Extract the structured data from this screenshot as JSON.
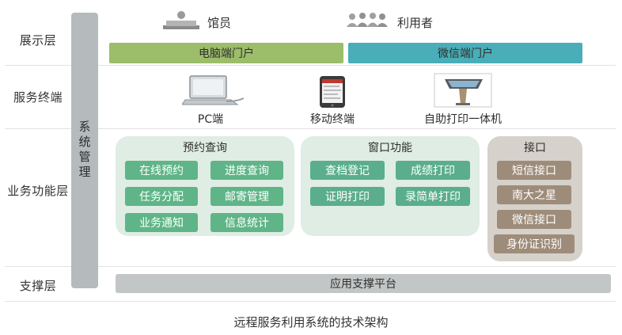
{
  "layers": {
    "display": "展示层",
    "terminal": "服务终端",
    "business": "业务功能层",
    "support": "支撑层"
  },
  "system_bar": "系统管理",
  "roles": {
    "librarian": "馆员",
    "users": "利用者"
  },
  "portals": {
    "pc": "电脑端门户",
    "wechat": "微信端门户"
  },
  "terminals": {
    "pc": "PC端",
    "mobile": "移动终端",
    "kiosk": "自助打印一体机"
  },
  "panels": {
    "reservation": {
      "title": "预约查询",
      "items": [
        "在线预约",
        "进度查询",
        "任务分配",
        "邮寄管理",
        "业务通知",
        "信息统计"
      ]
    },
    "window": {
      "title": "窗口功能",
      "items": [
        "查档登记",
        "成绩打印",
        "证明打印",
        "录简单打印"
      ]
    },
    "interface": {
      "title": "接口",
      "items": [
        "短信接口",
        "南大之星",
        "微信接口",
        "身份证识别"
      ]
    }
  },
  "support_platform": "应用支撑平台",
  "caption": "远程服务利用系统的技术架构",
  "colors": {
    "pc_portal": "#9cbd6a",
    "wechat_portal": "#49aeb8",
    "green_button": "#5fb587",
    "brown_button": "#9e8c7a",
    "system_bar": "#b5bbbc"
  }
}
